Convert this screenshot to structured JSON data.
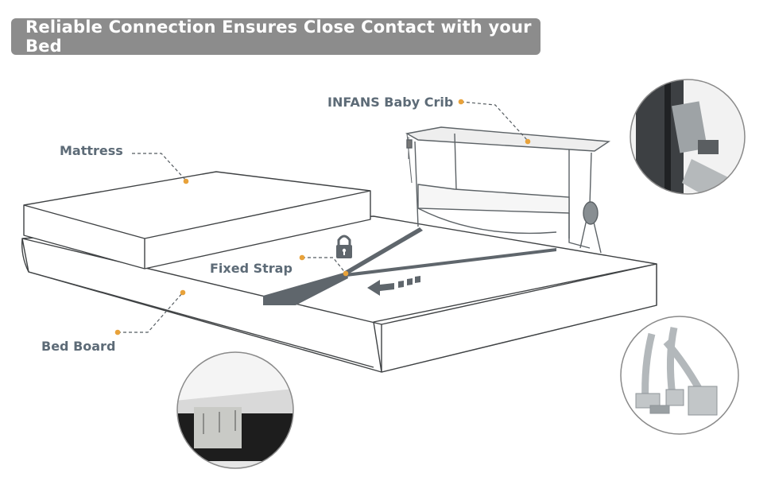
{
  "banner": {
    "title": "Reliable Connection Ensures Close Contact with your Bed"
  },
  "labels": {
    "mattress": "Mattress",
    "fixed_strap": "Fixed Strap",
    "bed_board": "Bed Board",
    "crib": "INFANS Baby Crib"
  },
  "colors": {
    "banner_bg": "#8c8c8c",
    "label_text": "#5d6b77",
    "callout_dot": "#e8a23a",
    "strap": "#5f666c"
  },
  "icons": [
    "lock-icon",
    "arrow-left-icon"
  ]
}
